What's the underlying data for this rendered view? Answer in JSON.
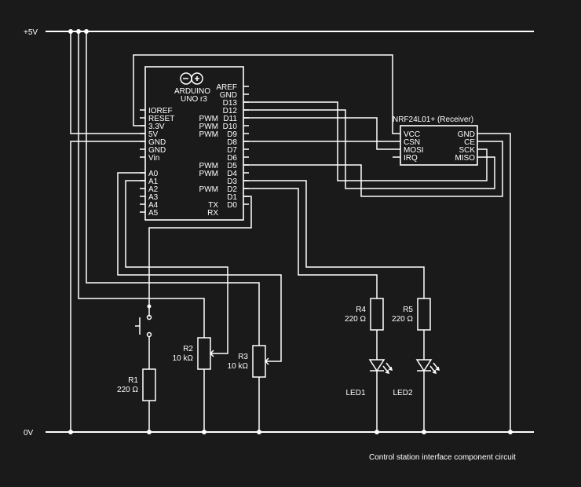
{
  "rails": {
    "vcc_label": "+5V",
    "gnd_label": "0V"
  },
  "arduino": {
    "logo_symbol": "∞",
    "name_line1": "ARDUINO",
    "name_line2": "UNO r3",
    "left_pins": [
      "IOREF",
      "RESET",
      "3.3V",
      "5V",
      "GND",
      "GND",
      "Vin",
      "A0",
      "A1",
      "A2",
      "A3",
      "A4",
      "A5"
    ],
    "right_pins": [
      "AREF",
      "GND",
      "D13",
      "D12",
      "D11",
      "D10",
      "D9",
      "D8",
      "D7",
      "D6",
      "D5",
      "D4",
      "D3",
      "D2",
      "D1",
      "D0"
    ],
    "pwm_label": "PWM",
    "tx_label": "TX",
    "rx_label": "RX"
  },
  "nrf": {
    "title": "NRF24L01+ (Receiver)",
    "left_pins": [
      "VCC",
      "CSN",
      "MOSI",
      "IRQ"
    ],
    "right_pins": [
      "GND",
      "CE",
      "SCK",
      "MISO"
    ]
  },
  "components": {
    "r1": {
      "name": "R1",
      "value": "220 Ω"
    },
    "r2": {
      "name": "R2",
      "value": "10 kΩ"
    },
    "r3": {
      "name": "R3",
      "value": "10 kΩ"
    },
    "r4": {
      "name": "R4",
      "value": "220 Ω"
    },
    "r5": {
      "name": "R5",
      "value": "220 Ω"
    },
    "led1": {
      "name": "LED1"
    },
    "led2": {
      "name": "LED2"
    }
  },
  "caption": "Control station interface component circuit",
  "colors": {
    "background": "#1a1a1a",
    "line": "#ffffff"
  }
}
